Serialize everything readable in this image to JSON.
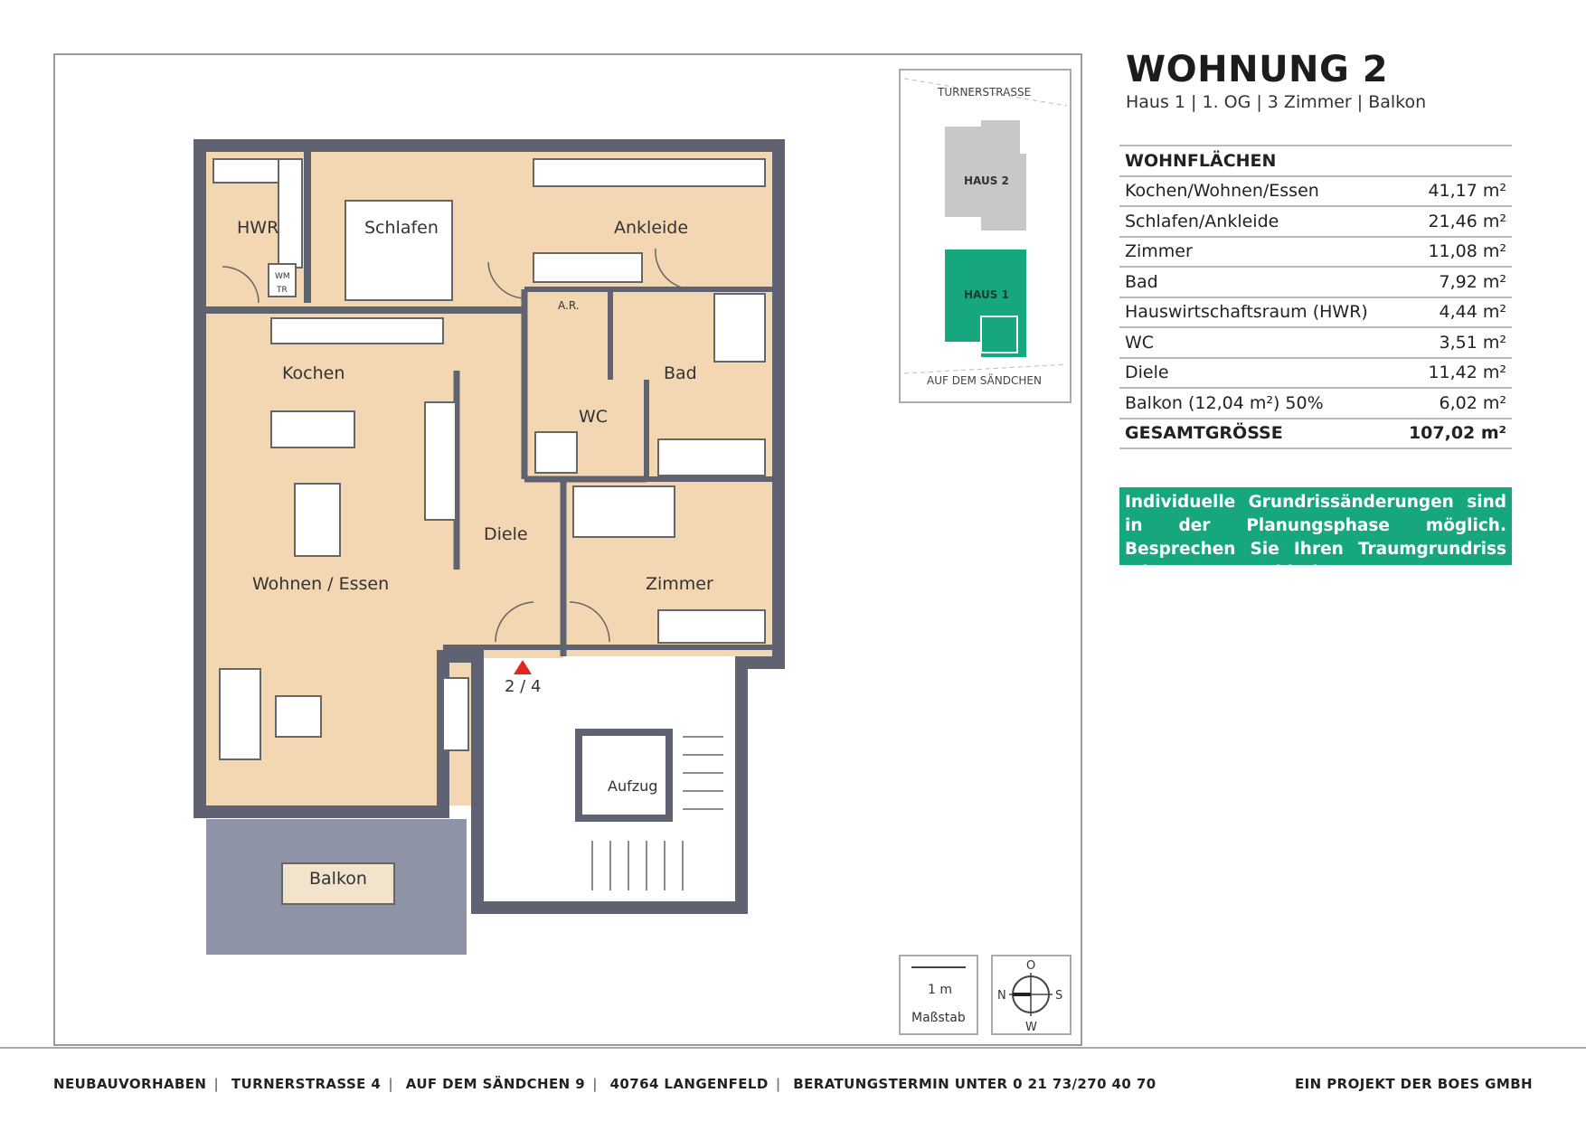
{
  "header": {
    "title": "WOHNUNG 2",
    "subtitle": "Haus 1 | 1. OG | 3 Zimmer | Balkon"
  },
  "areas": {
    "heading": "WOHNFLÄCHEN",
    "rows": [
      {
        "label": "Kochen/Wohnen/Essen",
        "value": "41,17 m²"
      },
      {
        "label": "Schlafen/Ankleide",
        "value": "21,46 m²"
      },
      {
        "label": "Zimmer",
        "value": "11,08 m²"
      },
      {
        "label": "Bad",
        "value": "7,92 m²"
      },
      {
        "label": "Hauswirtschaftsraum (HWR)",
        "value": "4,44 m²"
      },
      {
        "label": "WC",
        "value": "3,51 m²"
      },
      {
        "label": "Diele",
        "value": "11,42 m²"
      },
      {
        "label": "Balkon (12,04 m²) 50%",
        "value": "6,02 m²"
      }
    ],
    "total": {
      "label": "GESAMTGRÖSSE",
      "value": "107,02 m²"
    }
  },
  "note": "Individuelle Grundrissänderungen sind in der Planungsphase möglich. Besprechen Sie Ihren Traumgrundriss mit unseren Architekten.",
  "plan": {
    "rooms": {
      "hwr": "HWR",
      "schlafen": "Schlafen",
      "ankleide": "Ankleide",
      "kochen": "Kochen",
      "ar": "A.R.",
      "bad": "Bad",
      "wc": "WC",
      "diele": "Diele",
      "wohnen": "Wohnen / Essen",
      "zimmer": "Zimmer",
      "balkon": "Balkon",
      "aufzug": "Aufzug",
      "entrance": "2 / 4",
      "wm": "WM",
      "tr": "TR"
    },
    "colors": {
      "floor": "#f3d6b2",
      "wall": "#5f6270",
      "balcony": "#8e93a6",
      "haus1": "#17a77f",
      "haus2": "#c8c8c8",
      "entrance_marker": "#e0281e"
    }
  },
  "site_map": {
    "street_top": "TURNERSTRASSE",
    "street_bottom": "AUF DEM SÄNDCHEN",
    "haus2": "HAUS 2",
    "haus1": "HAUS 1"
  },
  "scale": {
    "value": "1 m",
    "label": "Maßstab"
  },
  "compass": {
    "n": "N",
    "o": "O",
    "s": "S",
    "w": "W"
  },
  "footer": {
    "items": [
      "NEUBAUVORHABEN",
      "TURNERSTRASSE 4",
      "AUF DEM SÄNDCHEN 9",
      "40764 LANGENFELD",
      "BERATUNGSTERMIN UNTER 0 21 73/270 40 70"
    ],
    "right": "EIN PROJEKT DER BOES GMBH"
  }
}
